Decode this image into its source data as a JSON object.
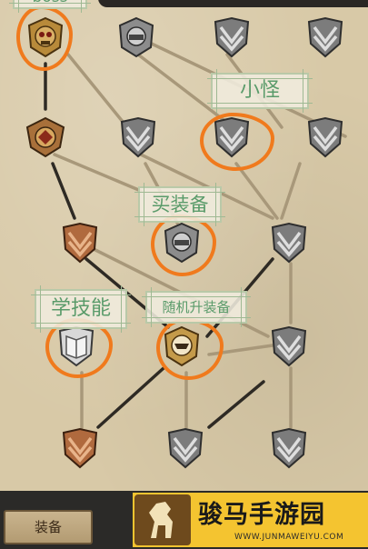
{
  "labels": {
    "boss": "boss",
    "small_monster": "小怪",
    "buy_equipment": "买装备",
    "learn_skill": "学技能",
    "random_upgrade": "随机升装备"
  },
  "bottom_bar": {
    "equip_button": "装备"
  },
  "watermark": {
    "title": "骏马手游园",
    "url": "WWW.JUNMAWEIYU.COM"
  },
  "nodes": [
    {
      "id": "r1c1",
      "type": "boss",
      "icon": "skull-boss-icon"
    },
    {
      "id": "r1c2",
      "type": "shop",
      "icon": "anvil-shop-icon"
    },
    {
      "id": "r1c3",
      "type": "monster",
      "icon": "shield-icon"
    },
    {
      "id": "r1c4",
      "type": "monster",
      "icon": "shield-icon"
    },
    {
      "id": "r2c1",
      "type": "elite",
      "icon": "elite-crest-icon"
    },
    {
      "id": "r2c2",
      "type": "monster",
      "icon": "shield-icon"
    },
    {
      "id": "r2c3",
      "type": "monster",
      "icon": "shield-icon"
    },
    {
      "id": "r2c4",
      "type": "monster",
      "icon": "shield-icon"
    },
    {
      "id": "r3c1",
      "type": "monster-bronze",
      "icon": "bronze-shield-icon"
    },
    {
      "id": "r3c2",
      "type": "shop",
      "icon": "anvil-shop-icon"
    },
    {
      "id": "r3c3",
      "type": "monster",
      "icon": "shield-icon"
    },
    {
      "id": "r4c1",
      "type": "skill",
      "icon": "book-skill-icon"
    },
    {
      "id": "r4c2",
      "type": "upgrade",
      "icon": "anvil-upgrade-icon"
    },
    {
      "id": "r4c3",
      "type": "monster",
      "icon": "shield-icon"
    },
    {
      "id": "r5c1",
      "type": "monster-bronze",
      "icon": "bronze-shield-icon"
    },
    {
      "id": "r5c2",
      "type": "monster",
      "icon": "shield-icon"
    },
    {
      "id": "r5c3",
      "type": "monster",
      "icon": "shield-icon"
    }
  ],
  "colors": {
    "highlight_ring": "#f07a1d",
    "label_text": "#5a9b6a",
    "path_dark": "#2e2a24",
    "path_light": "#a8987a"
  }
}
